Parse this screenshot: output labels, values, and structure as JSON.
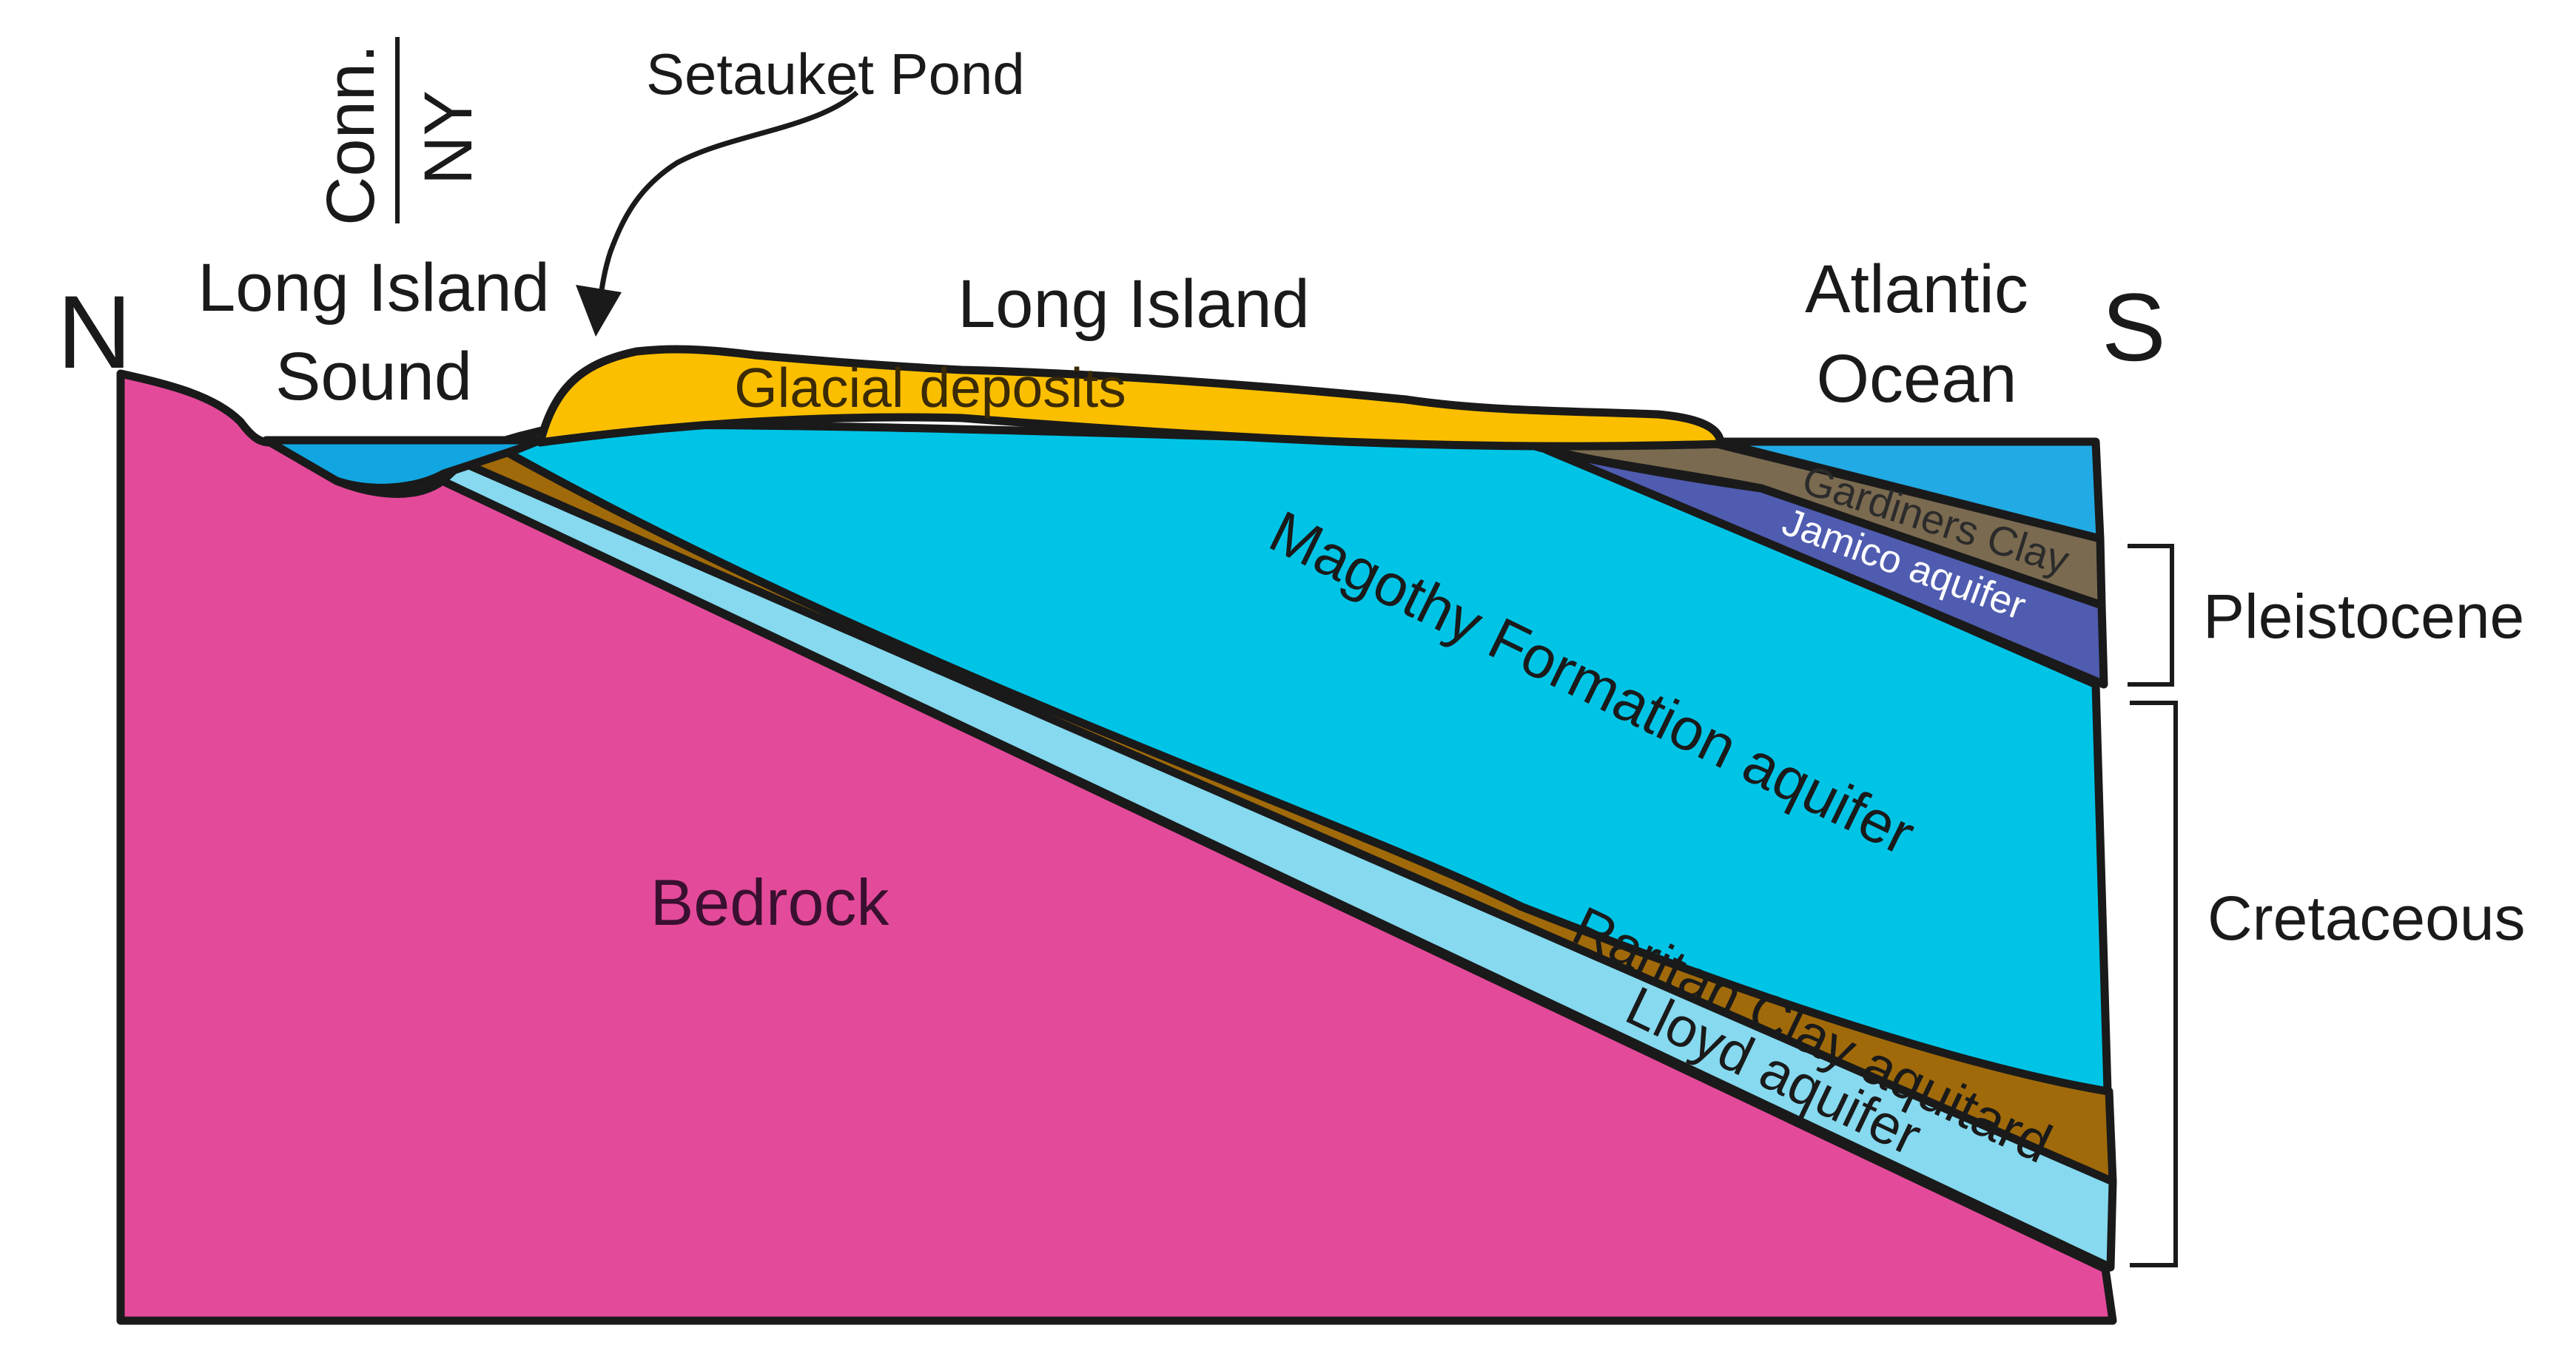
{
  "orientation": {
    "north": "N",
    "south": "S"
  },
  "state_border": {
    "left": "Conn.",
    "right": "NY"
  },
  "places": {
    "sound_line1": "Long Island",
    "sound_line2": "Sound",
    "island": "Long Island",
    "ocean_line1": "Atlantic",
    "ocean_line2": "Ocean",
    "pond": "Setauket Pond"
  },
  "layers": {
    "glacial": "Glacial deposits",
    "magothy": "Magothy Formation aquifer",
    "gardiners": "Gardiners Clay",
    "jamico": "Jamico aquifer",
    "raritan": "Raritan Clay aquitard",
    "lloyd": "Lloyd aquifer",
    "bedrock": "Bedrock"
  },
  "periods": {
    "pleistocene": "Pleistocene",
    "cretaceous": "Cretaceous"
  },
  "colors": {
    "bedrock": "#e44a9a",
    "magothy": "#00c4e6",
    "lloyd": "#86d9ef",
    "raritan": "#a06a0a",
    "glacial": "#fbbf00",
    "gardiners": "#7a6a50",
    "jamico": "#4f5cb0",
    "water": "#11a6e1",
    "ocean": "#22aae4"
  }
}
